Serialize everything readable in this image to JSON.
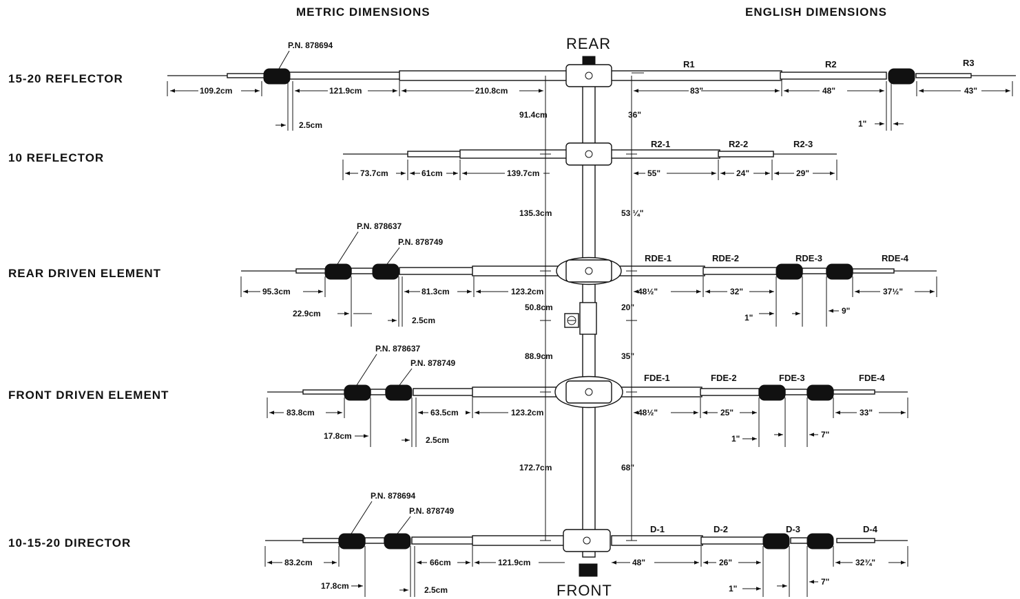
{
  "headers": {
    "metric": "METRIC DIMENSIONS",
    "english": "ENGLISH DIMENSIONS"
  },
  "ends": {
    "rear": "REAR",
    "front": "FRONT"
  },
  "rows": [
    {
      "name": "15-20 REFLECTOR",
      "part_numbers": [
        "P.N. 878694"
      ],
      "metric": [
        "109.2cm",
        "121.9cm",
        "210.8cm",
        "2.5cm"
      ],
      "english": [
        "83\"",
        "48\"",
        "43\"",
        "1\""
      ],
      "sections": [
        "R1",
        "R2",
        "R3"
      ]
    },
    {
      "name": "10 REFLECTOR",
      "part_numbers": [],
      "metric": [
        "73.7cm",
        "61cm",
        "139.7cm"
      ],
      "english": [
        "55\"",
        "24\"",
        "29\""
      ],
      "sections": [
        "R2-1",
        "R2-2",
        "R2-3"
      ]
    },
    {
      "name": "REAR DRIVEN ELEMENT",
      "part_numbers": [
        "P.N. 878637",
        "P.N. 878749"
      ],
      "metric": [
        "95.3cm",
        "81.3cm",
        "123.2cm",
        "22.9cm",
        "2.5cm"
      ],
      "english": [
        "48½\"",
        "32\"",
        "37½\"",
        "1\"",
        "9\""
      ],
      "sections": [
        "RDE-1",
        "RDE-2",
        "RDE-3",
        "RDE-4"
      ]
    },
    {
      "name": "FRONT DRIVEN ELEMENT",
      "part_numbers": [
        "P.N. 878637",
        "P.N. 878749"
      ],
      "metric": [
        "83.8cm",
        "63.5cm",
        "123.2cm",
        "17.8cm",
        "2.5cm"
      ],
      "english": [
        "48½\"",
        "25\"",
        "33\"",
        "1\"",
        "7\""
      ],
      "sections": [
        "FDE-1",
        "FDE-2",
        "FDE-3",
        "FDE-4"
      ]
    },
    {
      "name": "10-15-20 DIRECTOR",
      "part_numbers": [
        "P.N. 878694",
        "P.N. 878749"
      ],
      "metric": [
        "83.2cm",
        "66cm",
        "121.9cm",
        "17.8cm",
        "2.5cm"
      ],
      "english": [
        "48\"",
        "26\"",
        "32¾\"",
        "1\"",
        "7\""
      ],
      "sections": [
        "D-1",
        "D-2",
        "D-3",
        "D-4"
      ]
    }
  ],
  "spacings": [
    {
      "metric": "91.4cm",
      "english": "36\""
    },
    {
      "metric": "135.3cm",
      "english": "53 ¼\""
    },
    {
      "metric": "50.8cm",
      "english": "20\""
    },
    {
      "metric": "88.9cm",
      "english": "35\""
    },
    {
      "metric": "172.7cm",
      "english": "68\""
    }
  ]
}
